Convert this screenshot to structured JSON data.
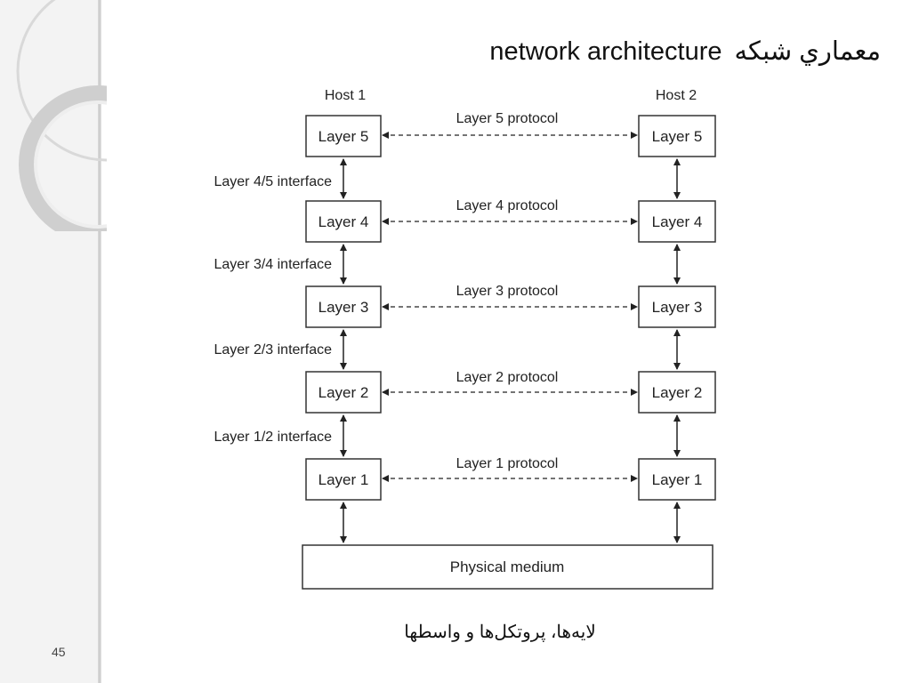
{
  "slide": {
    "title_en": "network architecture",
    "title_fa": "معماري شبكه",
    "caption": "لایه‌ها، پروتکل‌ها و واسطها",
    "page_number": "45"
  },
  "diagram": {
    "hosts": [
      "Host 1",
      "Host 2"
    ],
    "layers": [
      "Layer 5",
      "Layer 4",
      "Layer 3",
      "Layer 2",
      "Layer 1"
    ],
    "protocols": [
      "Layer 5 protocol",
      "Layer 4 protocol",
      "Layer 3 protocol",
      "Layer 2 protocol",
      "Layer 1 protocol"
    ],
    "interfaces": [
      "Layer 4/5 interface",
      "Layer 3/4 interface",
      "Layer 2/3 interface",
      "Layer 1/2 interface"
    ],
    "medium": "Physical medium"
  },
  "colors": {
    "line": "#222222",
    "box_border": "#333333",
    "sidebar": "#f3f3f3"
  }
}
